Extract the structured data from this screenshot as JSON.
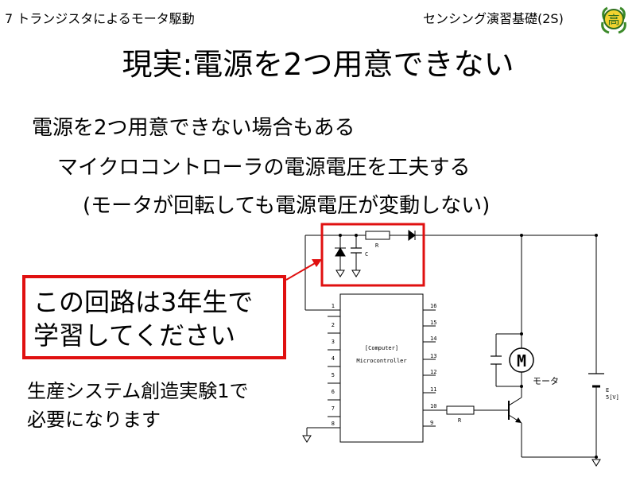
{
  "header": {
    "left": "7 トランジスタによるモータ駆動",
    "right": "センシング演習基礎(2S)"
  },
  "title": "現実:電源を2つ用意できない",
  "body": {
    "line1": "電源を2つ用意できない場合もある",
    "line2": "マイクロコントローラの電源電圧を工夫する",
    "line3": "(モータが回転しても電源電圧が変動しない)"
  },
  "callout": {
    "line1": "この回路は3年生で",
    "line2": "学習してください",
    "color": "#e01010"
  },
  "note": {
    "line1": "生産システム創造実験1で",
    "line2": "必要になります"
  },
  "logo": {
    "icon": "school-crest-icon",
    "glyph": "高"
  },
  "circuit": {
    "chip_label_1": "[Computer]",
    "chip_label_2": "Microcontroller",
    "left_pins": [
      "1",
      "2",
      "3",
      "4",
      "5",
      "6",
      "7",
      "8"
    ],
    "right_pins": [
      "16",
      "15",
      "14",
      "13",
      "12",
      "11",
      "10",
      "9"
    ],
    "resistor_label": "R",
    "capacitor_label": "C",
    "motor_symbol": "M",
    "motor_label": "モータ",
    "battery_label_1": "E",
    "battery_label_2": "5[V]",
    "highlight_color": "#e01010"
  }
}
